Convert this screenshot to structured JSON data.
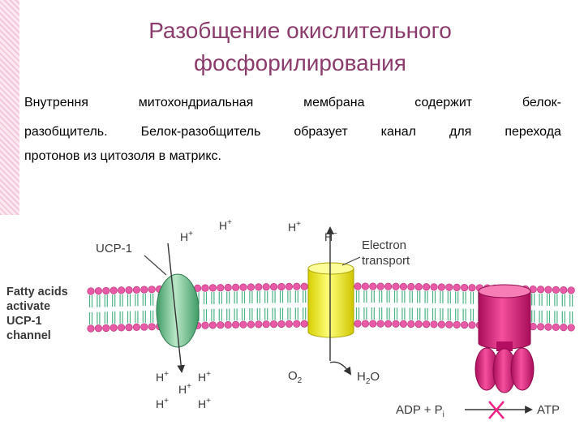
{
  "title": {
    "line1": "Разобщение окислительного",
    "line2": "фосфорилирования"
  },
  "text": {
    "line1": [
      "Внутрення",
      "митохондриальная",
      "мембрана",
      "содержит",
      "белок-"
    ],
    "line2": [
      "разобщитель.",
      "Белок-разобщитель",
      "образует",
      "канал",
      "для",
      "перехода"
    ],
    "line3": "протонов из цитозоля в матрикс."
  },
  "figure": {
    "fatty_acids_label": [
      "Fatty acids",
      "activate",
      "UCP-1",
      "channel"
    ],
    "ucp_label": "UCP-1",
    "electron_transport_label": [
      "Electron",
      "transport"
    ],
    "proton": "H",
    "proton_charge": "+",
    "proton_charge_minus": "−",
    "o2": "O",
    "o2_sub": "2",
    "h2o_h": "H",
    "h2o_sub": "2",
    "h2o_o": "O",
    "adp": "ADP + P",
    "adp_sub": "i",
    "atp": "ATP",
    "colors": {
      "ucp": "#6fbf8a",
      "electron_transport": "#f2ee1a",
      "atp_synthase": "#e0147a",
      "membrane_head": "#e85aa5",
      "membrane_tail": "#4bb386",
      "block_x": "#ee2288"
    }
  }
}
